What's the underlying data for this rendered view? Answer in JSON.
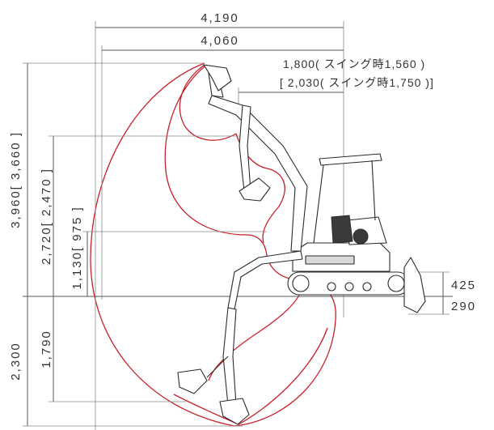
{
  "dimensions": {
    "max_reach_total": "4,190",
    "max_reach_ground": "4,060",
    "min_swing_radius": "1,800( スイング時1,560 )",
    "min_swing_radius_alt": "[ 2,030( スイング時1,750 )]",
    "max_dig_height": "3,960[ 3,660 ]",
    "max_dump_height": "2,720[ 2,470 ]",
    "dump_height_min": "1,130[ 975 ]",
    "blade_height": "425",
    "blade_depth": "290",
    "max_dig_depth": "2,300",
    "max_vertical_wall_depth": "1,790"
  },
  "colors": {
    "envelope": "#c8202a",
    "lines": "#555555",
    "machine": "#2b2b2b"
  }
}
